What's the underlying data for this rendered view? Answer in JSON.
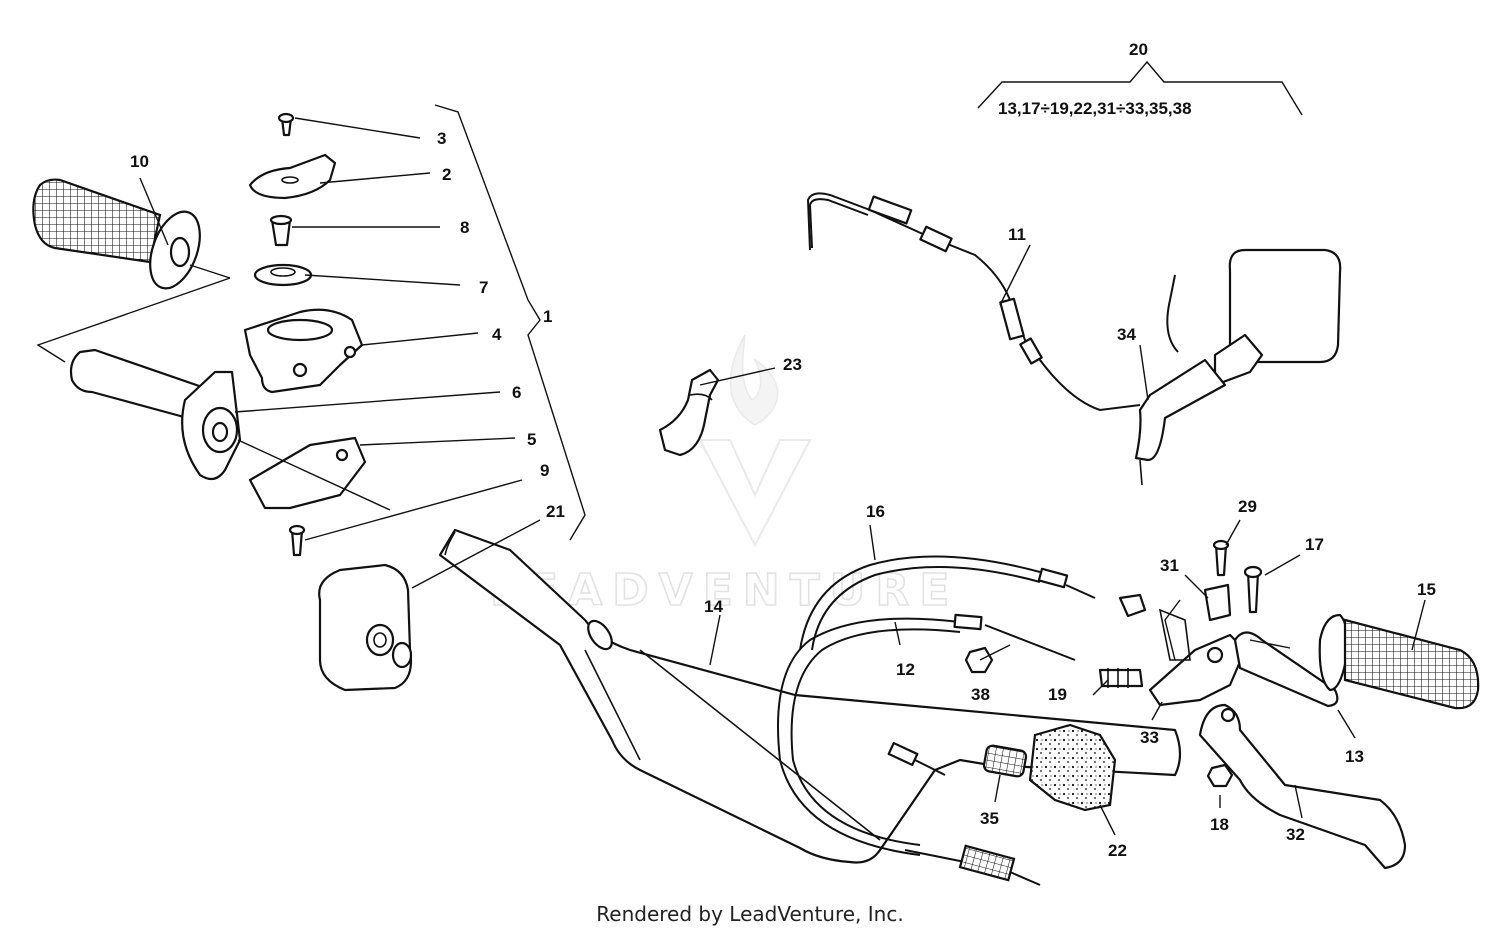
{
  "callouts": {
    "c1": "1",
    "c2": "2",
    "c3": "3",
    "c4": "4",
    "c5": "5",
    "c6": "6",
    "c7": "7",
    "c8": "8",
    "c9": "9",
    "c10": "10",
    "c11": "11",
    "c12": "12",
    "c13": "13",
    "c14": "14",
    "c15": "15",
    "c16": "16",
    "c17": "17",
    "c18": "18",
    "c19": "19",
    "c20": "20",
    "c21": "21",
    "c22": "22",
    "c23": "23",
    "c29": "29",
    "c31": "31",
    "c32": "32",
    "c33": "33",
    "c34": "34",
    "c35": "35",
    "c38": "38"
  },
  "kit_contents": "13,17÷19,22,31÷33,35,38",
  "watermark": "LEADVENTURE",
  "footer": "Rendered by LeadVenture, Inc."
}
